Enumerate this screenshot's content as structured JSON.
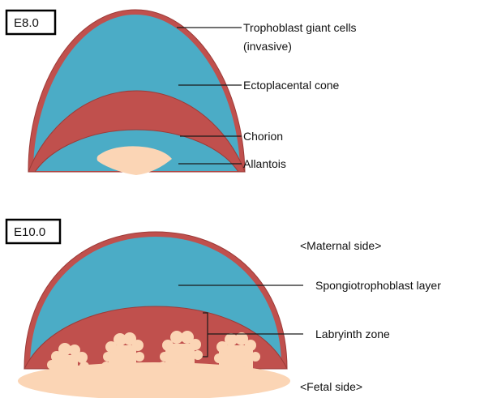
{
  "colors": {
    "trophoblast_red": "#c0504d",
    "cone_blue": "#4bacc6",
    "allantois_peach": "#fbd5b5",
    "outline": "#9b3b38"
  },
  "panel_e8": {
    "stage_label": "E8.0",
    "labels": {
      "giant_cells_line1": "Trophoblast giant cells",
      "giant_cells_line2": "(invasive)",
      "ectoplacental_cone": "Ectoplacental cone",
      "chorion": "Chorion",
      "allantois": "Allantois"
    }
  },
  "panel_e10": {
    "stage_label": "E10.0",
    "labels": {
      "maternal_side": "<Maternal side>",
      "spongiotrophoblast": "Spongiotrophoblast layer",
      "labyrinth": "Labryinth zone",
      "fetal_side": "<Fetal side>"
    }
  }
}
